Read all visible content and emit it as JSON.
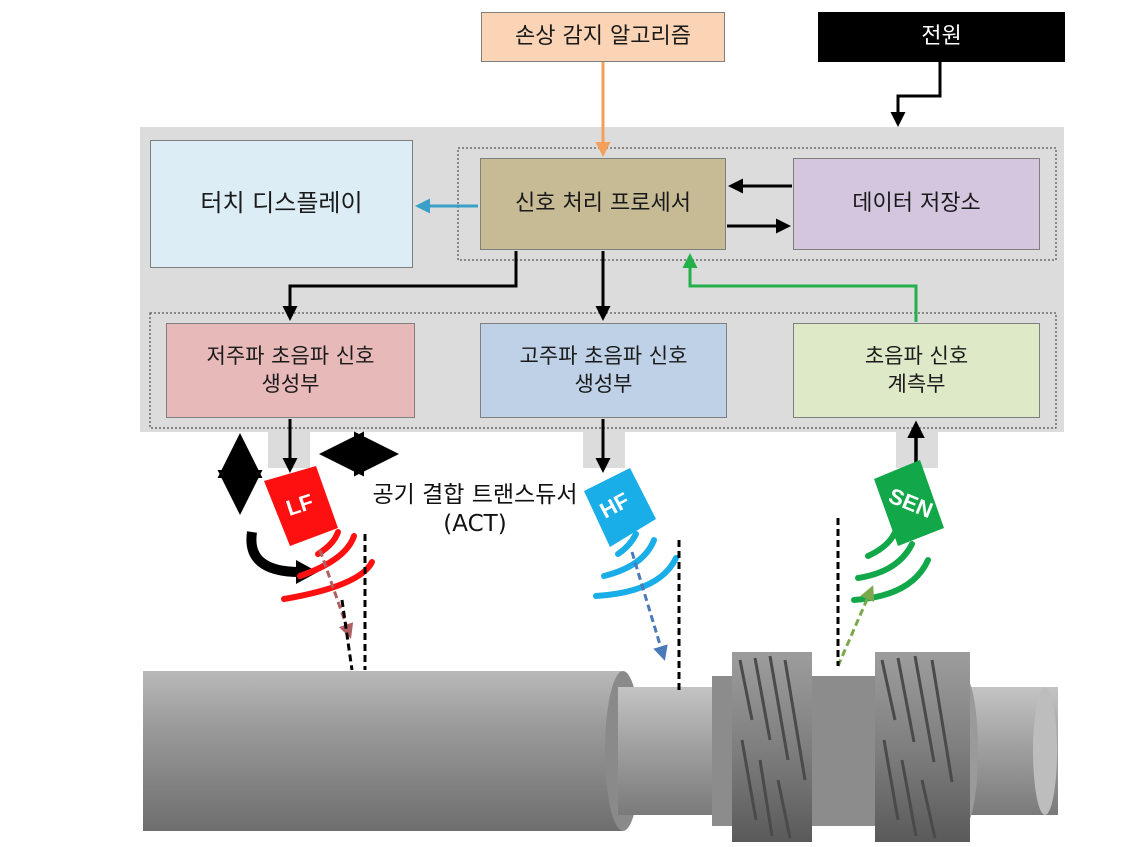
{
  "top": {
    "algorithm": "손상 감지 알고리즘",
    "power": "전원"
  },
  "system": {
    "touch_display": "터치 디스플레이",
    "signal_processor": "신호 처리 프로세서",
    "data_storage": "데이터 저장소",
    "lf_generator": "저주파 초음파 신호\n생성부",
    "hf_generator": "고주파 초음파 신호\n생성부",
    "measurement": "초음파 신호\n계측부"
  },
  "transducers": {
    "lf": "LF",
    "hf": "HF",
    "sen": "SEN",
    "act_label": "공기 결합 트랜스듀서\n(ACT)"
  },
  "colors": {
    "lf": "#ff0000",
    "hf": "#1aaee8",
    "sen": "#12a84a",
    "algo_arrow": "#f5a05a",
    "display_arrow": "#3aa0c8",
    "feedback_arrow": "#22b04a"
  }
}
